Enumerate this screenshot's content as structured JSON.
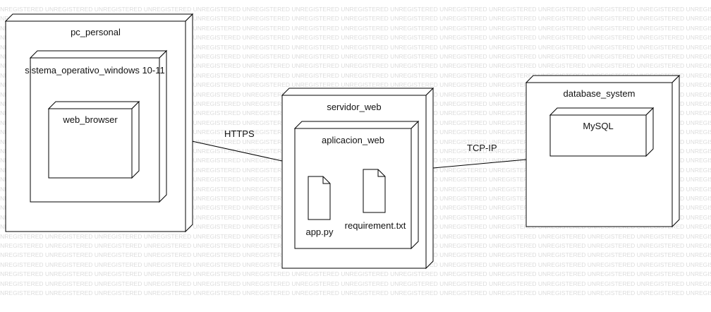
{
  "watermark_text": "UNREGISTERED",
  "nodes": {
    "pc_personal": {
      "label": "pc_personal"
    },
    "sistema_operativo": {
      "label": "sistema_operativo_windows 10-11"
    },
    "web_browser": {
      "label": "web_browser"
    },
    "servidor_web": {
      "label": "servidor_web"
    },
    "aplicacion_web": {
      "label": "aplicacion_web"
    },
    "database_system": {
      "label": "database_system"
    },
    "mysql": {
      "label": "MySQL"
    }
  },
  "artifacts": {
    "app_py": {
      "label": "app.py"
    },
    "requirement_txt": {
      "label": "requirement.txt"
    }
  },
  "connections": {
    "https": {
      "label": "HTTPS"
    },
    "tcp_ip": {
      "label": "TCP-IP"
    }
  },
  "colors": {
    "line": "#000000",
    "node_fill": "#ffffff",
    "watermark": "#dcdcdc"
  }
}
